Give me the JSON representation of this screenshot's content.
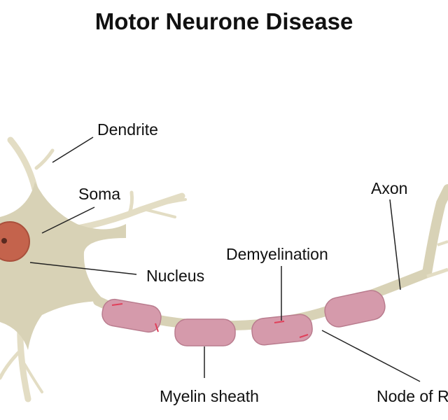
{
  "title": "Motor Neurone Disease",
  "labels": {
    "dendrite": "Dendrite",
    "soma": "Soma",
    "nucleus": "Nucleus",
    "demyelination": "Demyelination",
    "axon": "Axon",
    "myelin_sheath": "Myelin sheath",
    "node": "Node of R"
  },
  "colors": {
    "cell": "#d8d2b6",
    "cell_light": "#e8e3cc",
    "myelin": "#d59aab",
    "nucleus": "#c4634c",
    "damage": "#e0405a"
  }
}
